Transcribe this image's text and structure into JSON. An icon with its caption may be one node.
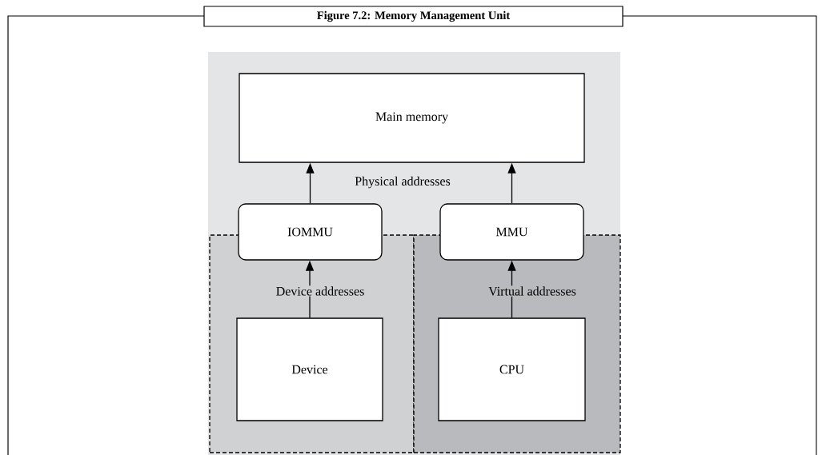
{
  "diagram": {
    "title": "Figure 7.2: Memory Management Unit",
    "nodes": [
      {
        "text": [],
        "shape": "box"
      },
      {
        "text": [],
        "shape": "box"
      },
      {
        "text": [
          "Main memory"
        ]
      },
      {
        "text": [
          "IOMMU"
        ]
      },
      {
        "text": [
          "MMU"
        ]
      },
      {
        "text": [
          "Device"
        ],
        "in": 0
      },
      {
        "text": [
          "CPU"
        ],
        "in": 1
      }
    ],
    "edges": [
      {
        "from": 3,
        "to": 2,
        "arrow": "to"
      },
      {
        "from": 4,
        "to": 2,
        "arrow": "to"
      },
      {
        "from": 5,
        "to": 3,
        "arrow": "to",
        "label": "Device addresses"
      },
      {
        "from": 6,
        "to": 4,
        "arrow": "to",
        "label": "Virtual addresses"
      }
    ],
    "labels": [
      "Physical addresses"
    ]
  }
}
